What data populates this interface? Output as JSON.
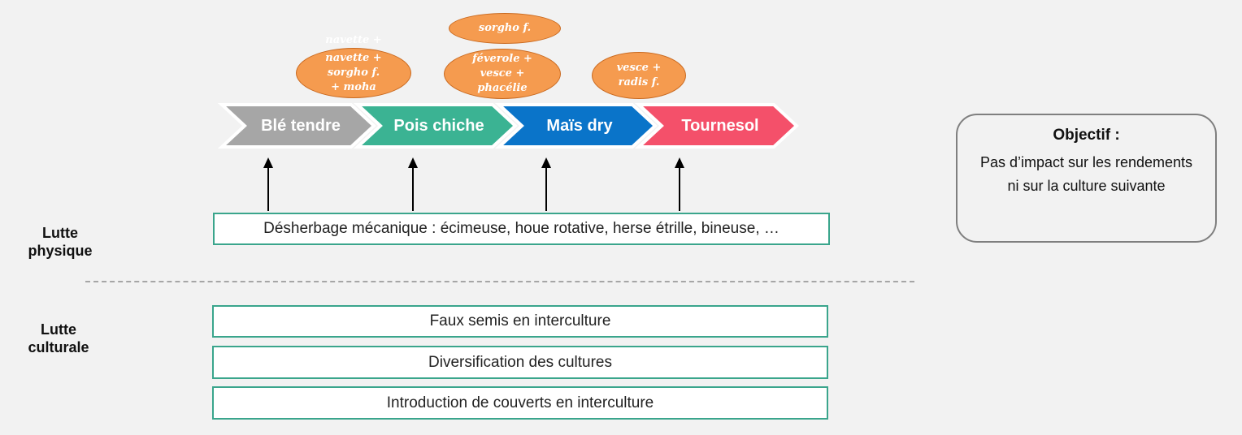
{
  "crops": [
    {
      "label": "Blé tendre",
      "color": "#a6a6a6"
    },
    {
      "label": "Pois chiche",
      "color": "#3bb393"
    },
    {
      "label": "Maïs dry",
      "color": "#0a74c9"
    },
    {
      "label": "Tournesol",
      "color": "#f4506a"
    }
  ],
  "covers": {
    "c1_overflow": "navette +",
    "c1_lines": [
      "navette +",
      "sorgho f.",
      "+ moha"
    ],
    "c2_top": "sorgho f.",
    "c2_lines": [
      "féverole +",
      "vesce +",
      "phacélie"
    ],
    "c3_lines": [
      "vesce +",
      "radis f."
    ]
  },
  "physical": {
    "label_lines": [
      "Lutte",
      "physique"
    ],
    "box": "Désherbage mécanique : écimeuse, houe rotative, herse étrille, bineuse, …"
  },
  "cultural": {
    "label_lines": [
      "Lutte",
      "culturale"
    ],
    "boxes": [
      "Faux semis en interculture",
      "Diversification des cultures",
      "Introduction de couverts en interculture"
    ]
  },
  "objective": {
    "title": "Objectif :",
    "body": "Pas d’impact sur les rendements ni sur la culture suivante"
  },
  "colors": {
    "cover_fill": "#f59b4f",
    "box_border": "#3aa58c",
    "background": "#f2f2f2"
  }
}
